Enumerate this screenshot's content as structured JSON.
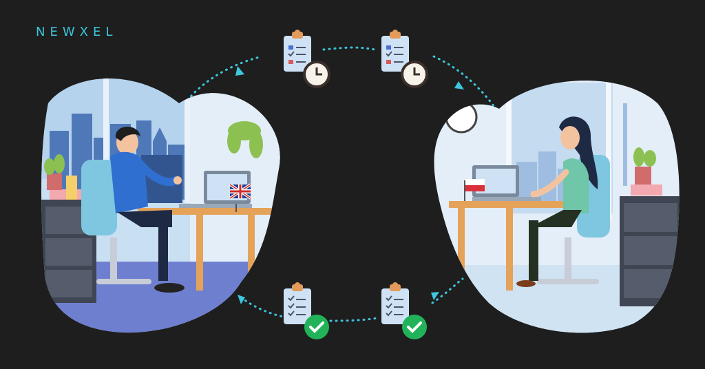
{
  "brand": {
    "name": "NEWXEL",
    "color": "#3ec6dc"
  },
  "colors": {
    "background": "#1e1e1e",
    "flow_dots": "#3ec6dc",
    "sky": "#b9d6ef",
    "floor_left": "#6f7fd0",
    "floor_right": "#cfe3f2",
    "check_green": "#22b35a",
    "clipboard": "#cfe2f5"
  },
  "scene": {
    "left_worker": {
      "flag": "uk-flag-icon",
      "role": "developer-uk"
    },
    "right_worker": {
      "flag": "poland-flag-icon",
      "role": "developer-poland"
    },
    "top_tasks": [
      "clipboard-clock-icon",
      "clipboard-clock-icon"
    ],
    "bottom_tasks": [
      "clipboard-check-icon",
      "clipboard-check-icon"
    ]
  }
}
